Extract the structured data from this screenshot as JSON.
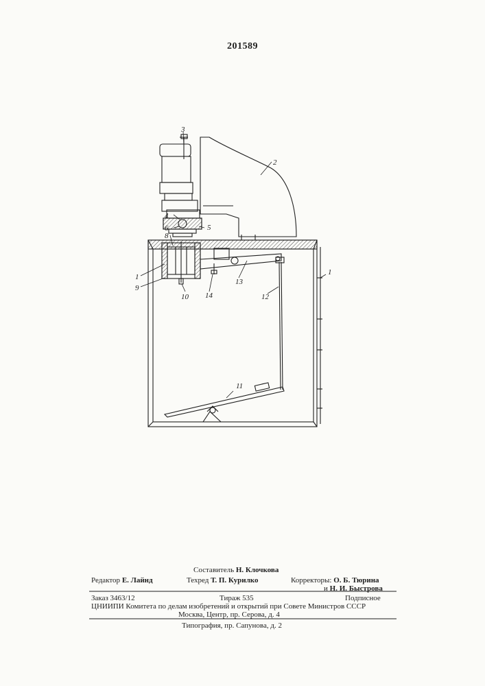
{
  "patent_number": "201589",
  "figure_labels": {
    "l1a": "1",
    "l1b": "1",
    "l2": "2",
    "l3": "3",
    "l4": "4",
    "l5": "5",
    "l6": "6",
    "l8": "8",
    "l9": "9",
    "l10": "10",
    "l11": "11",
    "l12": "12",
    "l13": "13",
    "l14": "14"
  },
  "colophon": {
    "compiler_label": "Составитель",
    "compiler_name": "Н. Клочкова",
    "editor_label": "Редактор",
    "editor_name": "Е. Лайнд",
    "techred_label": "Техред",
    "techred_name": "Т. П. Курилко",
    "correctors_label": "Корректоры:",
    "corrector_1": "О. Б. Тюрина",
    "corrector_2_prefix": "и",
    "corrector_2": "Н. И. Быстрова",
    "order": "Заказ  3463/12",
    "circulation": "Тираж  535",
    "subscription": "Подписное",
    "org_line": "ЦНИИПИ Комитета по делам изобретений и открытий при Совете Министров СССР",
    "address_line": "Москва, Центр, пр. Серова, д. 4",
    "printing_line": "Типография, пр. Сапунова, д. 2"
  }
}
